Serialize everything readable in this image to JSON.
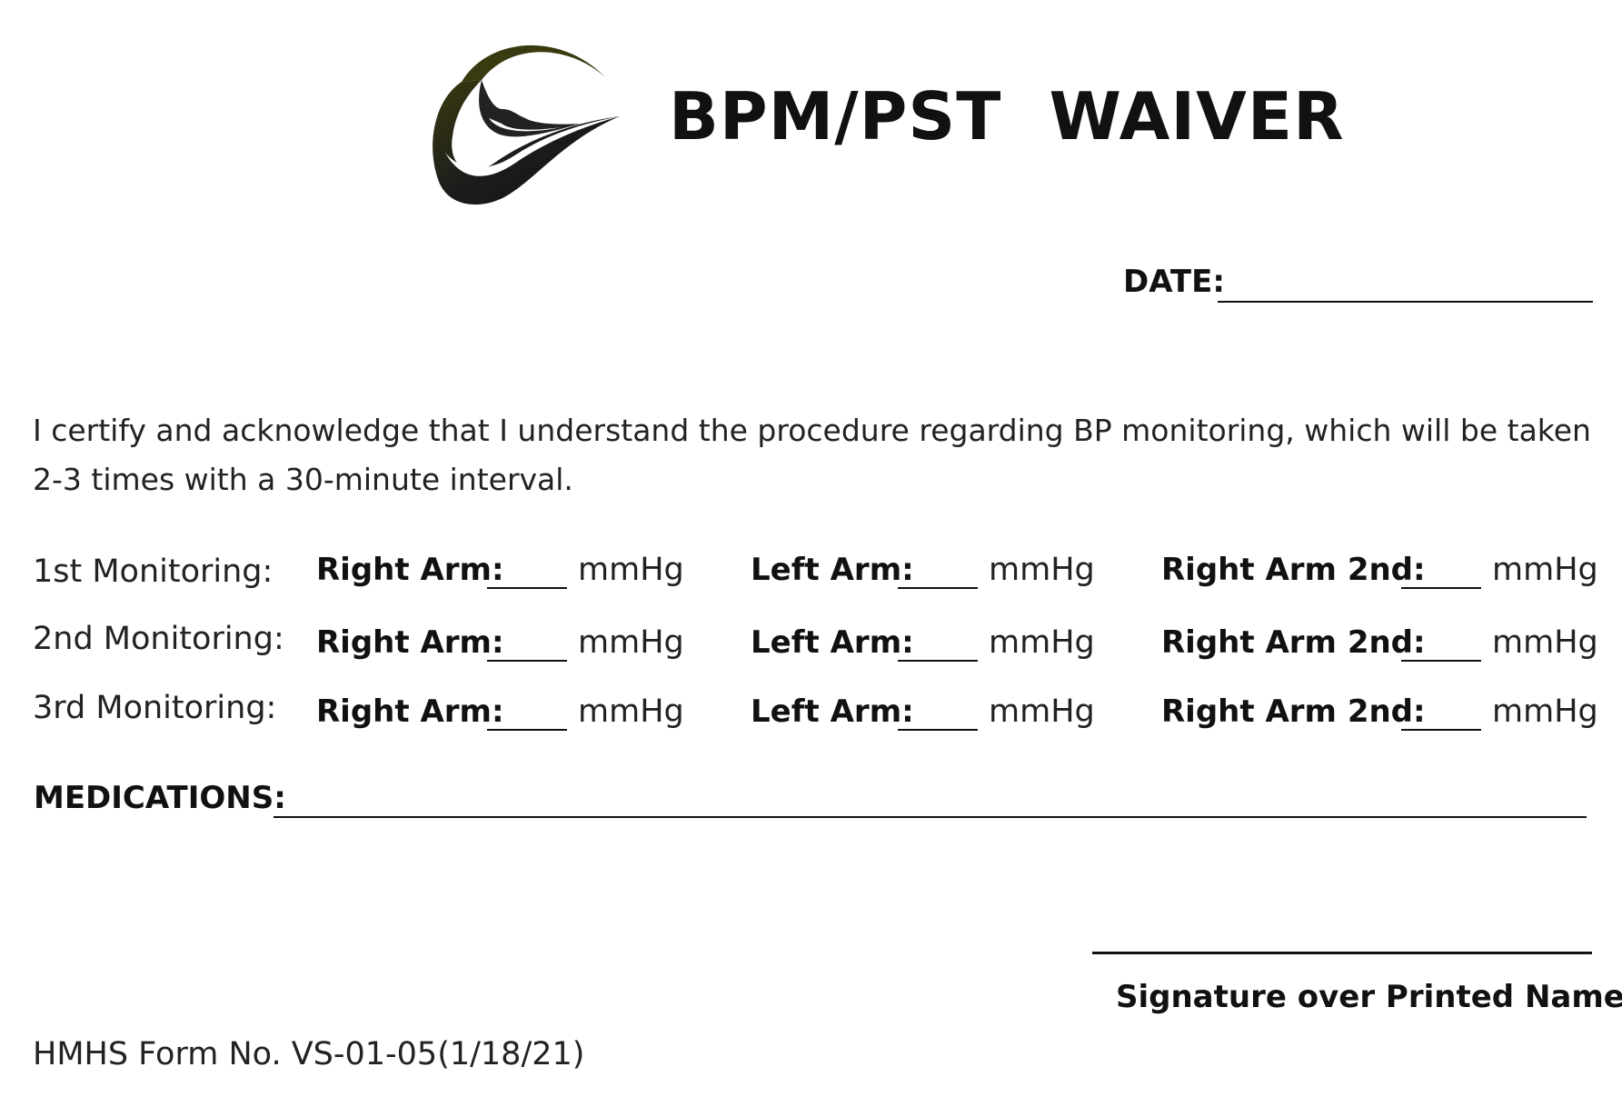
{
  "header": {
    "logo_icon": "swoosh-logo-icon",
    "title": "BPM/PST  WAIVER"
  },
  "date": {
    "label": "DATE:",
    "value": ""
  },
  "statement": "I certify and acknowledge that I understand the procedure regarding BP monitoring, which will be taken 2-3 times with a 30-minute interval.",
  "monitoring": {
    "rows": [
      {
        "label": "1st Monitoring:",
        "readings": [
          {
            "arm_label": "Right Arm:",
            "value": "",
            "unit": "mmHg"
          },
          {
            "arm_label": "Left Arm:",
            "value": "",
            "unit": "mmHg"
          },
          {
            "arm_label": "Right Arm 2nd:",
            "value": "",
            "unit": "mmHg"
          }
        ]
      },
      {
        "label": "2nd Monitoring:",
        "readings": [
          {
            "arm_label": "Right Arm:",
            "value": "",
            "unit": "mmHg"
          },
          {
            "arm_label": "Left Arm:",
            "value": "",
            "unit": "mmHg"
          },
          {
            "arm_label": "Right Arm 2nd:",
            "value": "",
            "unit": "mmHg"
          }
        ]
      },
      {
        "label": "3rd Monitoring:",
        "readings": [
          {
            "arm_label": "Right Arm:",
            "value": "",
            "unit": "mmHg"
          },
          {
            "arm_label": "Left Arm:",
            "value": "",
            "unit": "mmHg"
          },
          {
            "arm_label": "Right Arm 2nd:",
            "value": "",
            "unit": "mmHg"
          }
        ]
      }
    ]
  },
  "medications": {
    "label": "MEDICATIONS:",
    "value": ""
  },
  "signature": {
    "label": "Signature over Printed Name"
  },
  "footer": {
    "form_number": "HMHS Form No. VS-01-05(1/18/21)"
  },
  "colors": {
    "text": "#111111",
    "logo_dark": "#1b1b1b",
    "logo_accent": "#3a3a10"
  }
}
